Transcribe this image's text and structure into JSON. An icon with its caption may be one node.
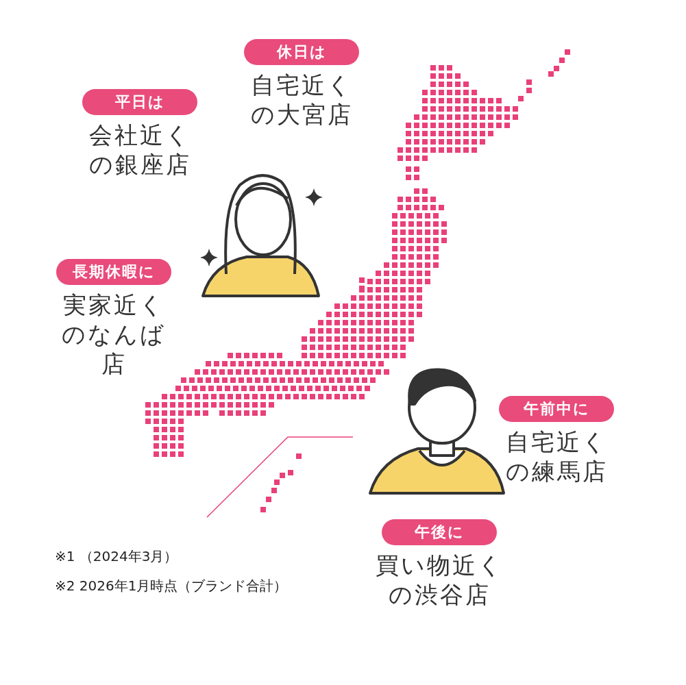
{
  "diagram": {
    "nodes": [
      {
        "text": [
          "休日は",
          "自宅近くの大宮店"
        ]
      },
      {
        "text": [
          "平日は",
          "会社近くの銀座店"
        ]
      },
      {
        "text": [
          "長期休暇に",
          "実家近くのなんば店"
        ]
      },
      {
        "text": [
          "午前中に",
          "自宅近くの練馬店"
        ]
      },
      {
        "text": [
          "午後に",
          "買い物近くの渋谷店"
        ]
      }
    ],
    "labels": [
      "※1 （2024年3月）",
      "※2 2026年1月時点（ブランド合計）"
    ]
  }
}
